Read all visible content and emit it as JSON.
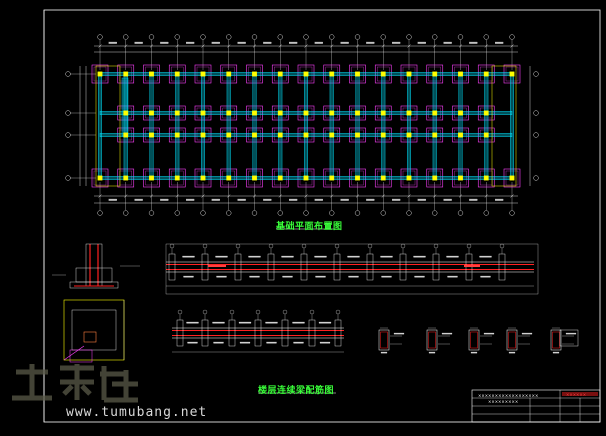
{
  "drawing": {
    "plan_title": "基础平面布置图",
    "detail_title": "楼层连续梁配筋图",
    "watermark_url": "www.tumubang.net",
    "watermark_logo": "土木帮",
    "title_block": {
      "line1": "××××××××××××××××××",
      "line2": "×××××××××",
      "project": "××××××"
    }
  },
  "colors": {
    "background": "#000000",
    "column": "#ffff00",
    "beam": "#00e5ff",
    "footing": "#ff40ff",
    "dimension": "#ffffff",
    "rebar_red": "#ff2020",
    "title": "#39ff39",
    "border": "#ffffff"
  }
}
